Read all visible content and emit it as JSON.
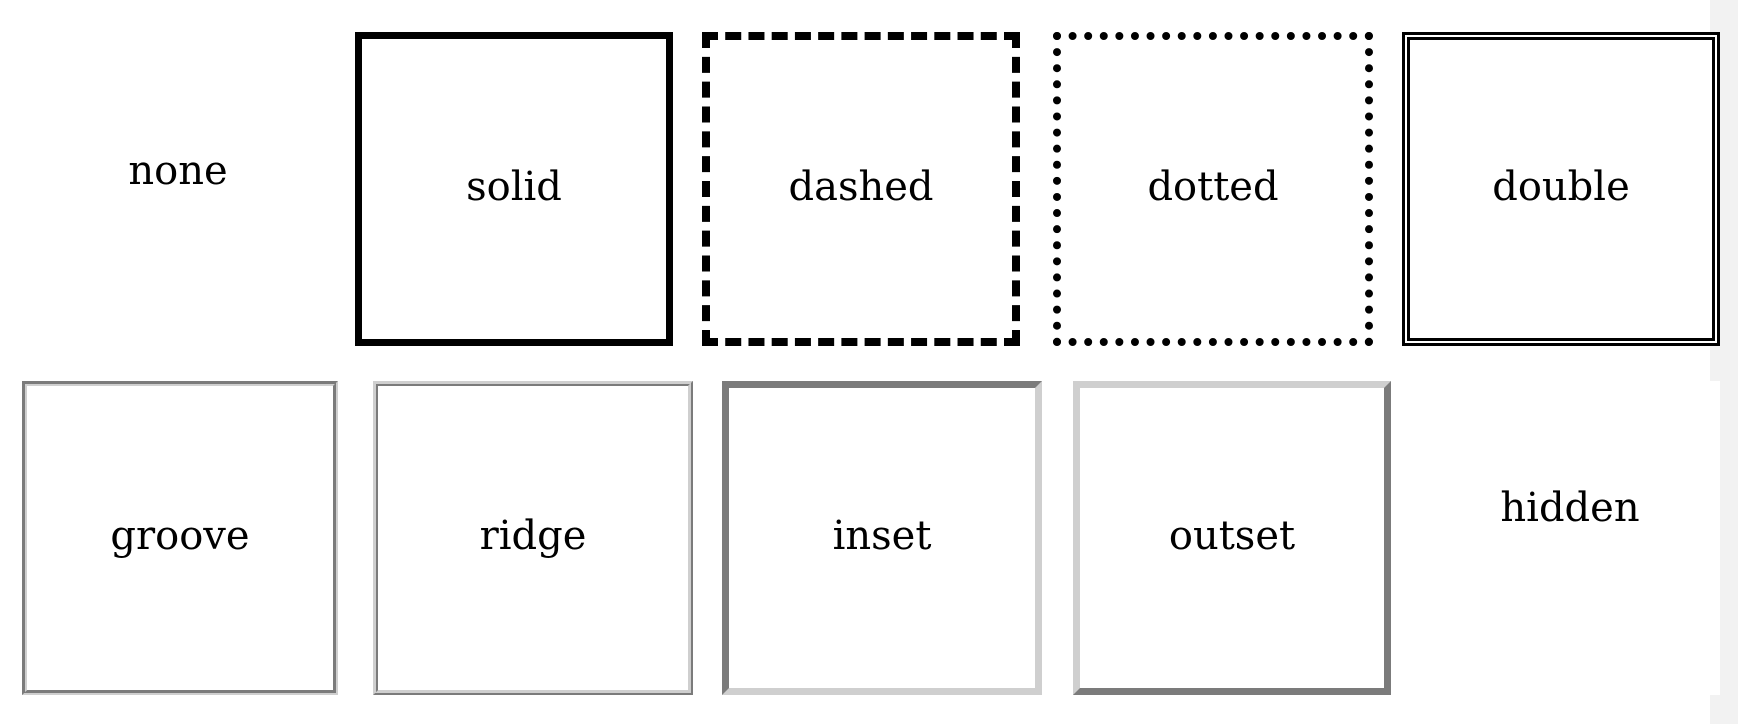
{
  "row1": {
    "none": "none",
    "solid": "solid",
    "dashed": "dashed",
    "dotted": "dotted",
    "double": "double"
  },
  "row2": {
    "groove": "groove",
    "ridge": "ridge",
    "inset": "inset",
    "outset": "outset",
    "hidden": "hidden"
  }
}
